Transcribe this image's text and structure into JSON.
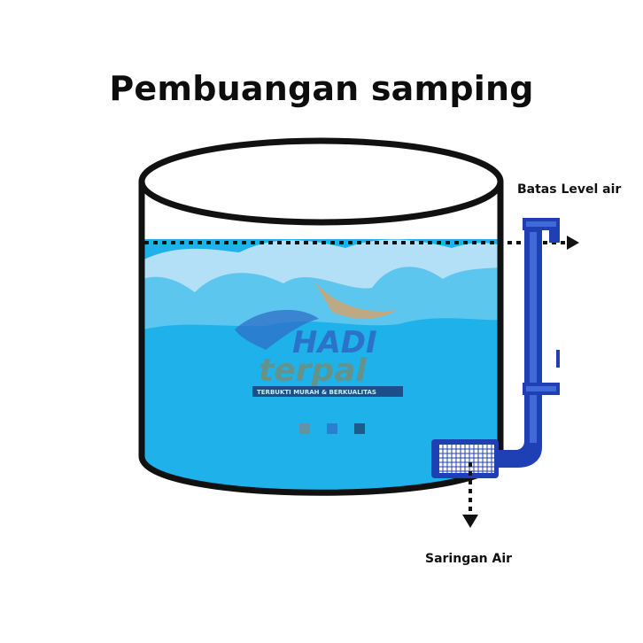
{
  "title": "Pembuangan samping",
  "labels": {
    "water_level_limit": "Batas Level air",
    "water_filter": "Saringan Air"
  },
  "watermark": {
    "brand_line1": "HADI",
    "brand_line2": "terpal",
    "tagline": "TERBUKTI MURAH & BERKUALITAS"
  },
  "colors": {
    "water_light": "#b3e0f6",
    "water_mid": "#5cc6ee",
    "water_deep": "#1fb1ea",
    "pipe": "#1f3fb5",
    "tank_outline": "#111111"
  }
}
